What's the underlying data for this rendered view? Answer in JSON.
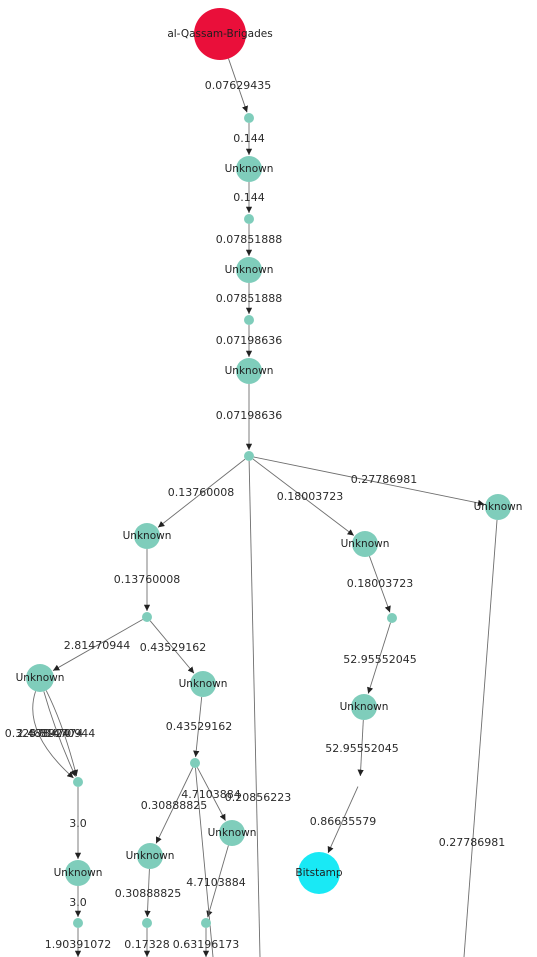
{
  "colors": {
    "background": "#ffffff",
    "entity_node": "#7fcdbb",
    "source_node": "#ea0f3a",
    "exchange_node": "#19e9f5",
    "edge": "#6e6e6e"
  },
  "graph": {
    "nodes": [
      {
        "id": "n_source",
        "label": "al-Qassam-Brigades",
        "kind": "source"
      },
      {
        "id": "t1",
        "label": "",
        "kind": "tx"
      },
      {
        "id": "u1",
        "label": "Unknown",
        "kind": "entity"
      },
      {
        "id": "t2",
        "label": "",
        "kind": "tx"
      },
      {
        "id": "u2",
        "label": "Unknown",
        "kind": "entity"
      },
      {
        "id": "t3",
        "label": "",
        "kind": "tx"
      },
      {
        "id": "u3",
        "label": "Unknown",
        "kind": "entity"
      },
      {
        "id": "t4",
        "label": "",
        "kind": "tx"
      },
      {
        "id": "u4",
        "label": "Unknown",
        "kind": "entity"
      },
      {
        "id": "u5",
        "label": "Unknown",
        "kind": "entity"
      },
      {
        "id": "u6",
        "label": "Unknown",
        "kind": "entity"
      },
      {
        "id": "t5",
        "label": "",
        "kind": "tx"
      },
      {
        "id": "u7",
        "label": "Unknown",
        "kind": "entity"
      },
      {
        "id": "u8",
        "label": "Unknown",
        "kind": "entity"
      },
      {
        "id": "t6",
        "label": "",
        "kind": "tx"
      },
      {
        "id": "u9",
        "label": "Unknown",
        "kind": "entity"
      },
      {
        "id": "t7",
        "label": "",
        "kind": "tx"
      },
      {
        "id": "u10",
        "label": "Unknown",
        "kind": "entity"
      },
      {
        "id": "t8",
        "label": "",
        "kind": "tx"
      },
      {
        "id": "u11",
        "label": "Unknown",
        "kind": "entity"
      },
      {
        "id": "n_bitstamp",
        "label": "Bitstamp",
        "kind": "exchange"
      },
      {
        "id": "u12",
        "label": "Unknown",
        "kind": "entity"
      },
      {
        "id": "t9",
        "label": "",
        "kind": "tx"
      },
      {
        "id": "t10",
        "label": "",
        "kind": "tx"
      },
      {
        "id": "t11",
        "label": "",
        "kind": "tx"
      }
    ],
    "edges": [
      {
        "id": "e1",
        "from": "n_source",
        "to": "t1",
        "label": "0.07629435"
      },
      {
        "id": "e2",
        "from": "t1",
        "to": "u1",
        "label": "0.144"
      },
      {
        "id": "e3",
        "from": "u1",
        "to": "t2",
        "label": "0.144"
      },
      {
        "id": "e4",
        "from": "t2",
        "to": "u2",
        "label": "0.07851888"
      },
      {
        "id": "e5",
        "from": "u2",
        "to": "t3",
        "label": "0.07851888"
      },
      {
        "id": "e6",
        "from": "t3",
        "to": "u3",
        "label": "0.07198636"
      },
      {
        "id": "e7",
        "from": "u3",
        "to": "t4",
        "label": "0.07198636"
      },
      {
        "id": "e8",
        "from": "t4",
        "to": "u4",
        "label": "0.13760008"
      },
      {
        "id": "e9",
        "from": "t4",
        "to": "u5",
        "label": "0.18003723"
      },
      {
        "id": "e10",
        "from": "t4",
        "to": "u6",
        "label": "0.27786981"
      },
      {
        "id": "e11",
        "from": "t4",
        "to": "off_a",
        "label": ""
      },
      {
        "id": "e12",
        "from": "u4",
        "to": "t5",
        "label": "0.13760008"
      },
      {
        "id": "e13",
        "from": "t5",
        "to": "u7",
        "label": "2.81470944"
      },
      {
        "id": "e14",
        "from": "t5",
        "to": "u8",
        "label": "0.43529162"
      },
      {
        "id": "e15",
        "from": "u7",
        "to": "t6",
        "label": "0.32578470"
      },
      {
        "id": "e16",
        "from": "u7",
        "to": "t6",
        "label": "2.48892474"
      },
      {
        "id": "e16b",
        "from": "u7",
        "to": "t6",
        "label": "0.81470944"
      },
      {
        "id": "e17",
        "from": "t6",
        "to": "u9",
        "label": "3.0"
      },
      {
        "id": "e18",
        "from": "u9",
        "to": "t9",
        "label": "3.0"
      },
      {
        "id": "e19",
        "from": "t9",
        "to": "off_b",
        "label": "1.90391072"
      },
      {
        "id": "e20",
        "from": "u8",
        "to": "t7",
        "label": "0.43529162"
      },
      {
        "id": "e21",
        "from": "t7",
        "to": "u10",
        "label": "0.30888825"
      },
      {
        "id": "e22",
        "from": "t7",
        "to": "u11",
        "label": "4.7103884"
      },
      {
        "id": "e23",
        "from": "u10",
        "to": "t10",
        "label": "0.30888825"
      },
      {
        "id": "e24",
        "from": "t10",
        "to": "off_c",
        "label": "0.17328"
      },
      {
        "id": "e25",
        "from": "u11",
        "to": "t11",
        "label": "4.7103884"
      },
      {
        "id": "e26",
        "from": "t11",
        "to": "off_d",
        "label": "0.63196173"
      },
      {
        "id": "e27",
        "from": "t7",
        "to": "off_e",
        "label": "0.20856223"
      },
      {
        "id": "e28",
        "from": "u5",
        "to": "t8",
        "label": "0.18003723"
      },
      {
        "id": "e29",
        "from": "t8",
        "to": "u12",
        "label": "52.95552045"
      },
      {
        "id": "e30",
        "from": "u12",
        "to": "t12",
        "label": "52.95552045"
      },
      {
        "id": "e31",
        "from": "t12",
        "to": "n_bitstamp",
        "label": "0.86635579"
      },
      {
        "id": "e32",
        "from": "u6",
        "to": "off_f",
        "label": "0.27786981"
      }
    ]
  }
}
